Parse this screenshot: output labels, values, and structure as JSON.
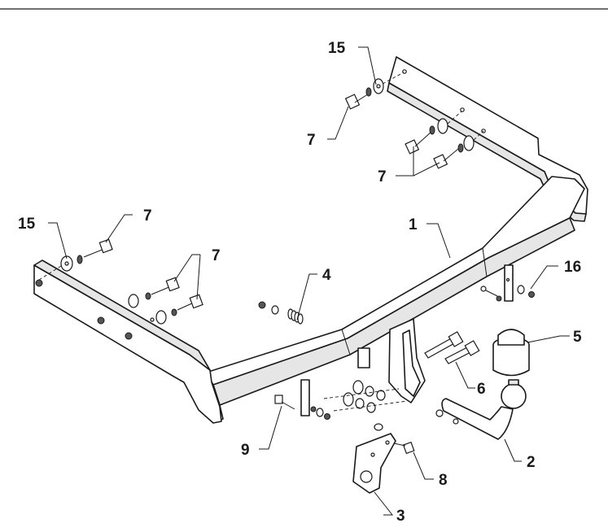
{
  "callouts": {
    "c15_top": "15",
    "c7_top": "7",
    "c7_mid": "7",
    "c15_left": "15",
    "c7_left": "7",
    "c7_left2": "7",
    "c1": "1",
    "c4": "4",
    "c16": "16",
    "c5": "5",
    "c6": "6",
    "c9": "9",
    "c2": "2",
    "c8": "8",
    "c3": "3"
  }
}
